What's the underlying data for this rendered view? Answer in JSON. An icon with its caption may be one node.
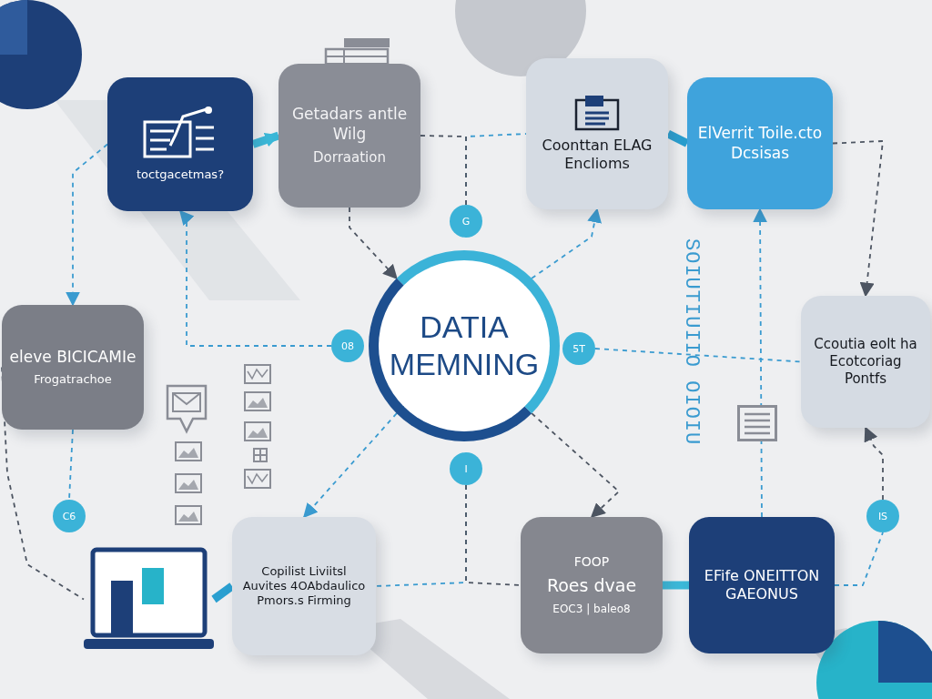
{
  "diagram": {
    "nodes": [
      {
        "text": [
          "toctgacetmas?"
        ]
      },
      {
        "text": [
          "Getadars antle Wilg",
          "Dorraation"
        ]
      },
      {
        "text": [
          "Coonttan ELAG Enclioms"
        ]
      },
      {
        "text": [
          "ElVerrit Toile.cto Dcsisas"
        ]
      },
      {
        "text": [
          "eleve BICICAMIe",
          "Frogatrachoe"
        ]
      },
      {
        "text": [
          "DATIA MEMNING"
        ]
      },
      {
        "text": [
          "Ccoutia eolt ha Ecotcoriag Pontfs"
        ]
      },
      {
        "text": [
          "Copilist Liviitsl Auvites 4OAbdaulico Pmors.s Firming"
        ]
      },
      {
        "text": [
          "FOOP",
          "Roes dvae",
          "EOC3 | baleo8"
        ]
      },
      {
        "text": [
          "EFife ONEITTON GAEONUS"
        ]
      },
      {
        "text": [
          "G"
        ]
      },
      {
        "text": [
          "08"
        ]
      },
      {
        "text": [
          "5T"
        ]
      },
      {
        "text": [
          "I"
        ]
      },
      {
        "text": [
          "C6"
        ]
      },
      {
        "text": [
          "IS"
        ]
      },
      {
        "text": [],
        "shape": "picture"
      }
    ],
    "edges": [
      {
        "from": 0,
        "to": 1,
        "arrow": "to",
        "style": "thick",
        "color": "#3bb8d8"
      },
      {
        "from": 2,
        "to": 3,
        "arrow": "none",
        "style": "thick",
        "color": "#2a9fd0"
      },
      {
        "from": 1,
        "to": 5,
        "arrow": "to",
        "style": "dashed",
        "color": "#4d5562"
      },
      {
        "from": 11,
        "to": 0,
        "arrow": "to",
        "style": "dashed"
      },
      {
        "from": 0,
        "to": 4,
        "arrow": "to",
        "style": "dashed"
      },
      {
        "from": 4,
        "to": 14,
        "arrow": "none",
        "style": "dashed"
      },
      {
        "from": 16,
        "to": 7,
        "arrow": "none",
        "style": "thick",
        "color": "#2a9fd0"
      },
      {
        "from": 5,
        "to": 7,
        "arrow": "to",
        "style": "dashed"
      },
      {
        "from": 13,
        "to": 7,
        "arrow": "none",
        "style": "dashed"
      },
      {
        "from": 13,
        "to": 8,
        "arrow": "none",
        "style": "dashed",
        "color": "#4d5562"
      },
      {
        "from": 5,
        "to": 8,
        "arrow": "to",
        "style": "dashed",
        "color": "#4d5562"
      },
      {
        "from": 8,
        "to": 9,
        "arrow": "none",
        "style": "thick",
        "color": "#3bb8d8"
      },
      {
        "from": 9,
        "to": 15,
        "arrow": "none",
        "style": "dashed"
      },
      {
        "from": 15,
        "to": 6,
        "arrow": "to",
        "style": "dashed",
        "color": "#4d5562"
      },
      {
        "from": 3,
        "to": 6,
        "arrow": "to",
        "style": "dashed",
        "color": "#4d5562"
      },
      {
        "from": 12,
        "to": 6,
        "arrow": "none",
        "style": "dashed"
      },
      {
        "from": 5,
        "to": 2,
        "arrow": "to",
        "style": "dashed"
      },
      {
        "from": 10,
        "to": 2,
        "arrow": "none",
        "style": "dashed"
      },
      {
        "from": 10,
        "to": 1,
        "arrow": "none",
        "style": "dashed",
        "color": "#4d5562"
      },
      {
        "from": 9,
        "to": 3,
        "arrow": "to",
        "style": "dashed"
      },
      {
        "from": 4,
        "to": 16,
        "arrow": "none",
        "style": "dashed",
        "color": "#4d5562"
      }
    ],
    "labels": [
      "SOIUTIUIIO OIOIU"
    ]
  }
}
